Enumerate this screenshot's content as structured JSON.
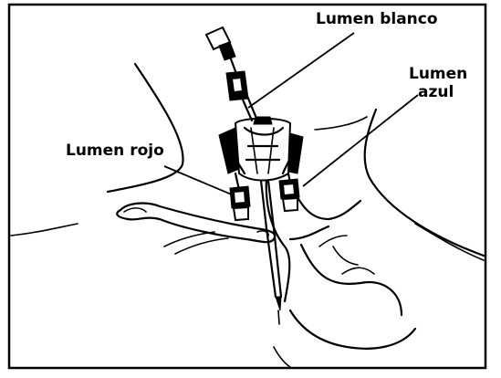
{
  "labels": {
    "white_lumen": "Lumen blanco",
    "blue_lumen_line1": "Lumen",
    "blue_lumen_line2": "azul",
    "red_lumen": "Lumen rojo"
  }
}
